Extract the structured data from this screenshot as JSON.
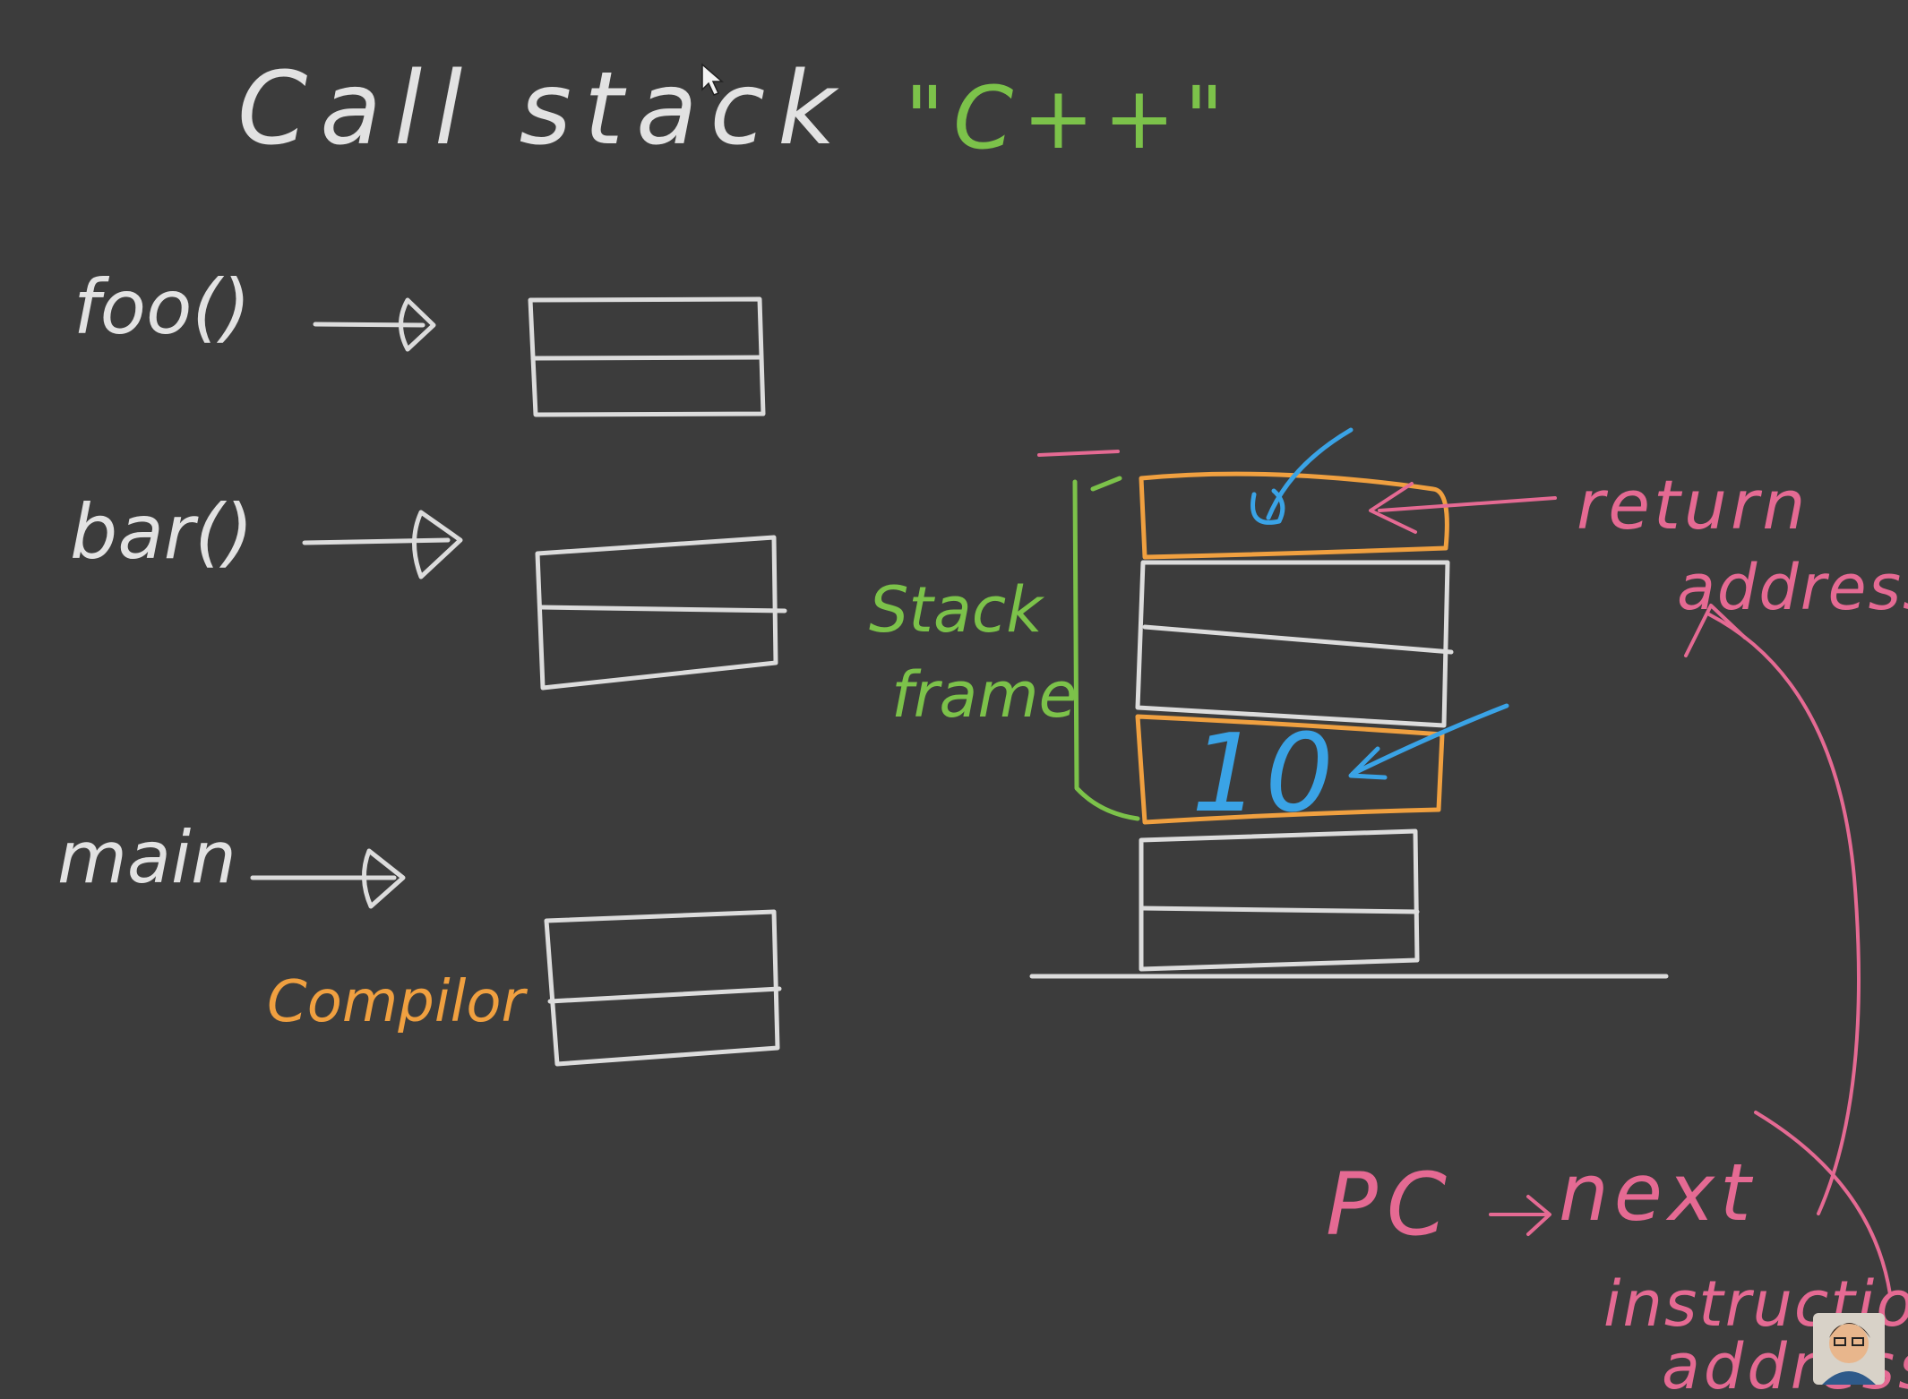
{
  "title": "Call stack",
  "language": "\"C++\"",
  "functions": [
    {
      "label": "foo()"
    },
    {
      "label": "bar()"
    },
    {
      "label": "main"
    }
  ],
  "compiler_note": "Compilor",
  "stack_frame_label_line1": "Stack",
  "stack_frame_label_line2": "frame",
  "return_label_line1": "return",
  "return_label_line2": "address",
  "stored_value": "10",
  "pc_label": "PC",
  "pc_next": "next",
  "pc_target_line1": "instruction",
  "pc_target_line2": "address",
  "colors": {
    "background": "#3c3c3c",
    "chalk_white": "#dcdcdc",
    "green": "#7cc24a",
    "orange": "#f0a040",
    "pink": "#e56a93",
    "blue": "#3aa3e6"
  },
  "icons": {
    "cursor": "mouse-pointer-icon",
    "avatar": "presenter-avatar-icon"
  }
}
